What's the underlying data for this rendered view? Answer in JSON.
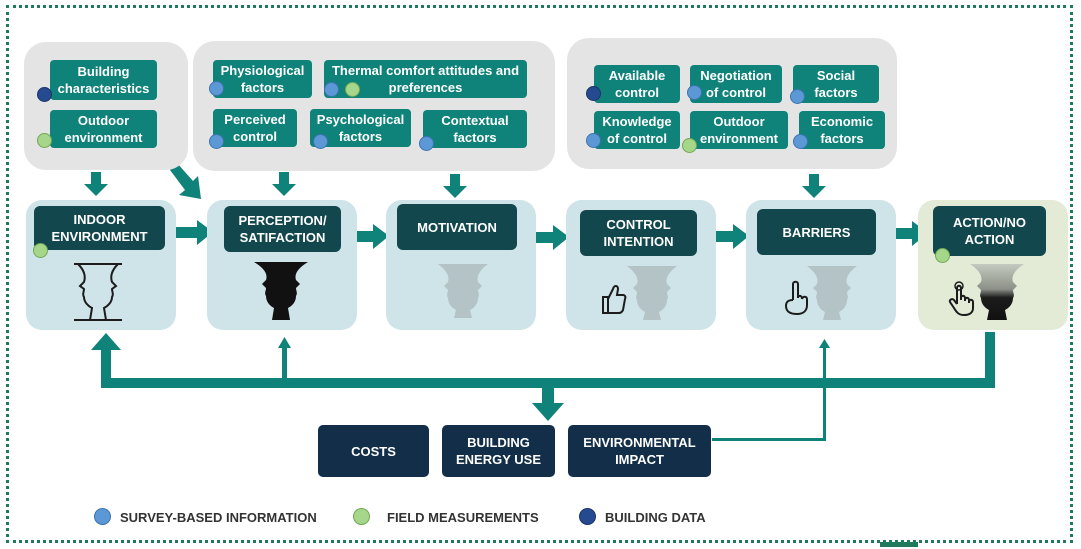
{
  "clouds": {
    "indoor": [
      {
        "label": "Building characteristics",
        "marker": "building"
      },
      {
        "label": "Outdoor environment",
        "marker": "field"
      }
    ],
    "perception": [
      {
        "label": "Physiological factors",
        "marker": "survey"
      },
      {
        "label": "Thermal comfort attitudes and preferences",
        "marker": "survey+field"
      },
      {
        "label": "Perceived control",
        "marker": "survey"
      },
      {
        "label": "Psychological factors",
        "marker": "survey"
      },
      {
        "label": "Contextual factors",
        "marker": "survey"
      }
    ],
    "barriers": [
      {
        "label": "Available control",
        "marker": "building"
      },
      {
        "label": "Negotiation of control",
        "marker": "survey"
      },
      {
        "label": "Social factors",
        "marker": "survey"
      },
      {
        "label": "Knowledge of control",
        "marker": "survey"
      },
      {
        "label": "Outdoor environment",
        "marker": "field"
      },
      {
        "label": "Economic factors",
        "marker": "survey"
      }
    ]
  },
  "stages": [
    {
      "label": "INDOOR ENVIRONMENT",
      "icon": "face-vase-outline",
      "marker": "field"
    },
    {
      "label": "PERCEPTION/ SATIFACTION",
      "icon": "face-vase-black"
    },
    {
      "label": "MOTIVATION",
      "icon": "vase-faded"
    },
    {
      "label": "CONTROL INTENTION",
      "icon": "thumbs-up-vase"
    },
    {
      "label": "BARRIERS",
      "icon": "raised-finger-vase"
    },
    {
      "label": "ACTION/NO ACTION",
      "icon": "hand-press-vase",
      "marker": "field"
    }
  ],
  "impacts": [
    {
      "label": "COSTS"
    },
    {
      "label": "BUILDING ENERGY USE"
    },
    {
      "label": "ENVIRONMENTAL IMPACT"
    }
  ],
  "legend": [
    {
      "label": "SURVEY-BASED INFORMATION",
      "color": "#5c98d6"
    },
    {
      "label": "FIELD MEASUREMENTS",
      "color": "#a6d68a"
    },
    {
      "label": "BUILDING DATA",
      "color": "#264a8f"
    }
  ],
  "colors": {
    "arrow": "#0f8279",
    "tag": "#0f8279",
    "stage_title": "#12484d",
    "impact_box": "#122e48",
    "frame": "#1f7a5c"
  }
}
